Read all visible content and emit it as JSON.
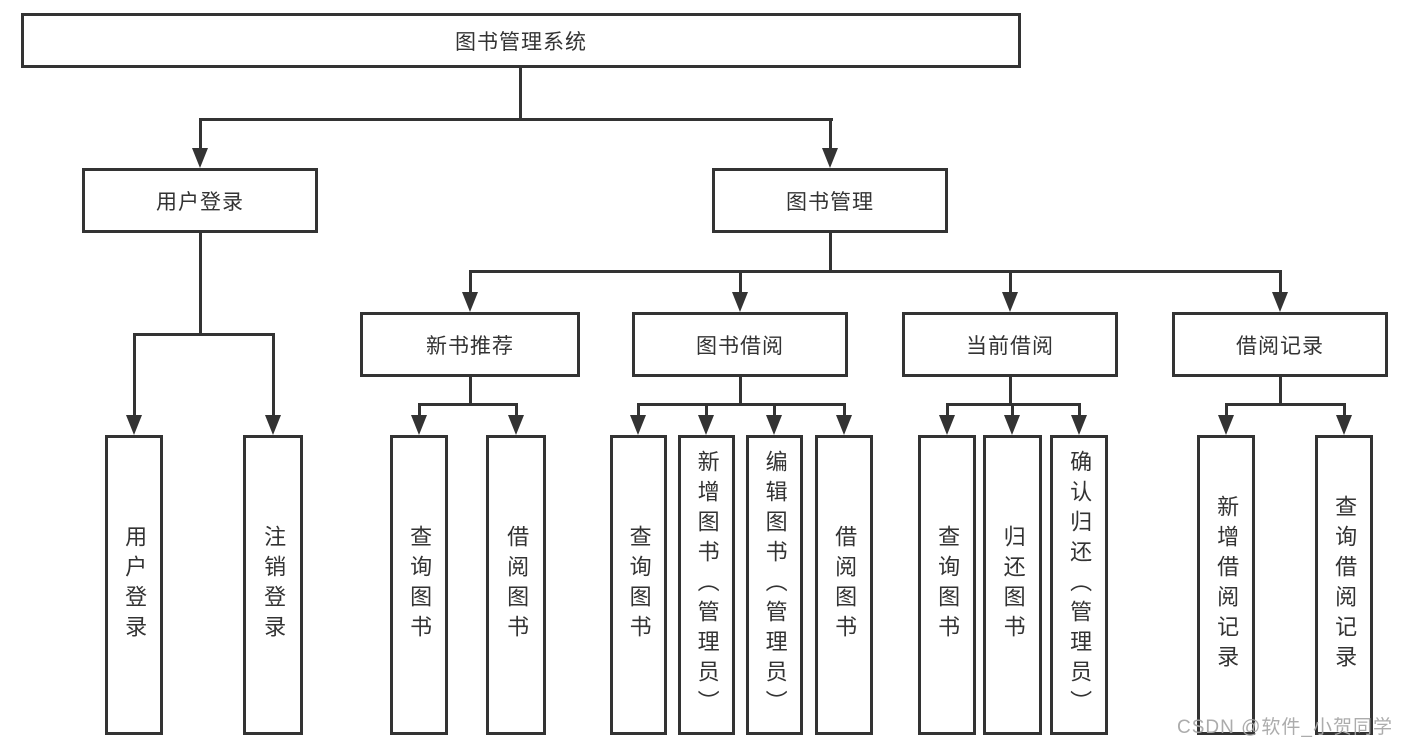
{
  "diagram": {
    "root": {
      "label": "图书管理系统"
    },
    "level2": [
      {
        "label": "用户登录",
        "leaves": [
          "用户登录",
          "注销登录"
        ]
      },
      {
        "label": "图书管理",
        "children": [
          {
            "label": "新书推荐",
            "leaves": [
              "查询图书",
              "借阅图书"
            ]
          },
          {
            "label": "图书借阅",
            "leaves": [
              "查询图书",
              "新增图书（管理员）",
              "编辑图书（管理员）",
              "借阅图书"
            ]
          },
          {
            "label": "当前借阅",
            "leaves": [
              "查询图书",
              "归还图书",
              "确认归还（管理员）"
            ]
          },
          {
            "label": "借阅记录",
            "leaves": [
              "新增借阅记录",
              "查询借阅记录"
            ]
          }
        ]
      }
    ]
  },
  "watermark": {
    "text": "CSDN @软件_小贺同学"
  },
  "colors": {
    "line": "#333333",
    "text": "#333333",
    "box_background": "#ffffff",
    "watermark": "#a8a8a8",
    "page_background": "#ffffff"
  }
}
